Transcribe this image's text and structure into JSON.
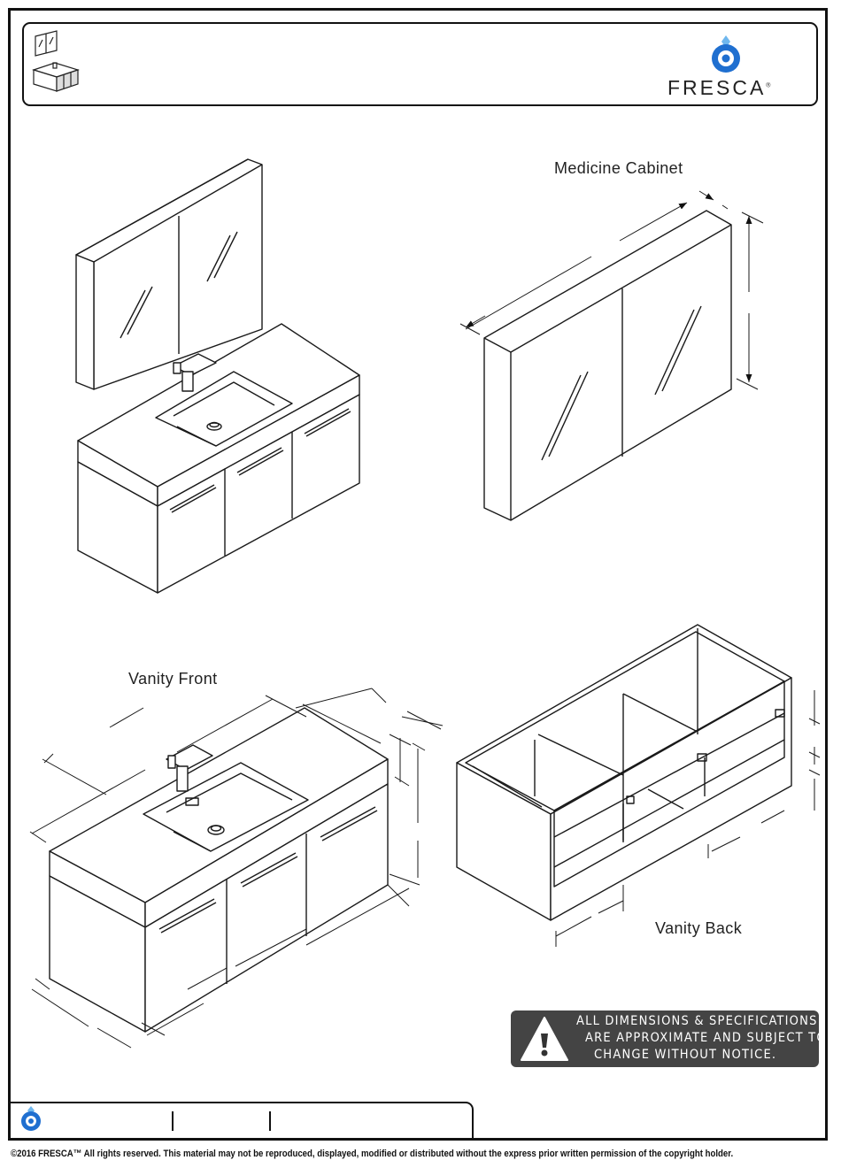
{
  "header": {
    "brand": "FRESCA",
    "brand_mark": "®"
  },
  "labels": {
    "medicine_cabinet": "Medicine Cabinet",
    "vanity_front": "Vanity Front",
    "vanity_back": "Vanity Back"
  },
  "warning": {
    "icon": "warning-triangle-icon",
    "lines": [
      "ALL DIMENSIONS & SPECIFICATIONS",
      "ARE APPROXIMATE AND SUBJECT TO",
      "CHANGE WITHOUT NOTICE."
    ]
  },
  "footer": {
    "copyright": "©2016 FRESCA™ All rights reserved. This material may not be reproduced, displayed, modified or distributed without the express prior written permission of the copyright holder."
  },
  "colors": {
    "logo_blue": "#1f7fd6",
    "warning_bg": "#444444",
    "line": "#1a1a1a"
  }
}
